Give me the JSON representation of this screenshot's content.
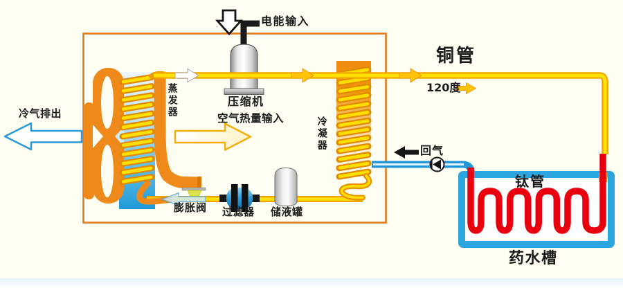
{
  "diagram": {
    "labels": {
      "electric_input": "电能输入",
      "compressor": "压缩机",
      "evaporator": "蒸发器",
      "air_heat_input": "空气热量输入",
      "cold_air_out": "冷气排出",
      "expansion_valve": "膨胀阀",
      "filter": "过滤器",
      "liquid_receiver": "储液罐",
      "condenser": "冷凝器",
      "copper_pipe": "铜管",
      "temp_120": "120度",
      "return_gas": "回气",
      "titanium_pipe": "钛管",
      "chemical_tank": "药水槽"
    },
    "colors": {
      "background": "#FFFEF2",
      "box_border": "#E2791A",
      "hot_pipe_edge": "#F2A500",
      "hot_pipe_core": "#FFE100",
      "component_orange": "#EF8A1A",
      "cold_pipe_blue": "#2196D8",
      "titanium_pipe_red": "#E8000F",
      "tank_border_blue": "#2AA5DE",
      "arrow_black": "#161616",
      "evaporator_panel_blue": "#1E9AD6"
    }
  }
}
